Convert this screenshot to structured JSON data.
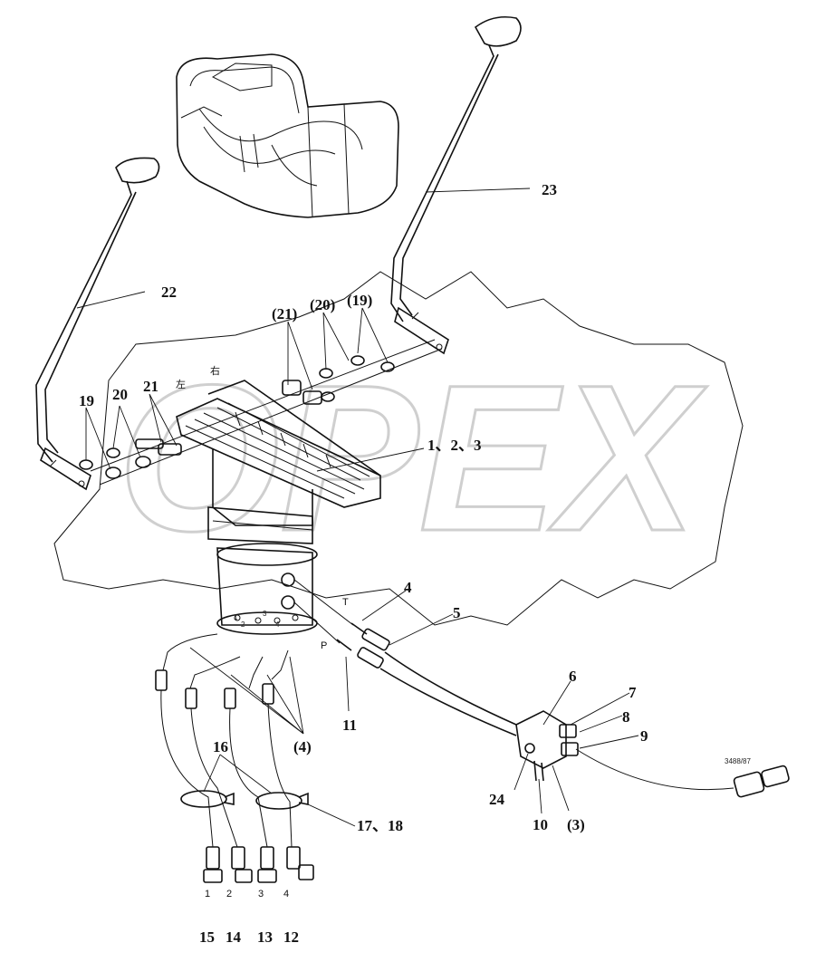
{
  "watermark": {
    "text": "OPEX",
    "color": "#d2d2d2"
  },
  "corner_note": "",
  "labels": {
    "left_pedal_mark": "左",
    "right_pedal_mark": "右",
    "port_T": "T",
    "port_P": "P",
    "port_1": "1",
    "port_2": "2",
    "port_3": "3",
    "port_4": "4",
    "hose_end_1": "1",
    "hose_end_2": "2",
    "hose_end_3": "3",
    "hose_end_4": "4",
    "connector_note": "3488/87"
  },
  "callouts": {
    "c22": "22",
    "c23": "23",
    "c21_paren": "(21)",
    "c20_paren": "(20)",
    "c19_paren": "(19)",
    "c19": "19",
    "c20": "20",
    "c21": "21",
    "c1_2_3": "1、2、3",
    "c4_top": "4",
    "c5": "5",
    "c11": "11",
    "c4_paren": "(4)",
    "c6": "6",
    "c7": "7",
    "c8": "8",
    "c9": "9",
    "c24": "24",
    "c10": "10",
    "c3_paren": "(3)",
    "c16": "16",
    "c17_18": "17、18",
    "c15": "15",
    "c14": "14",
    "c13": "13",
    "c12": "12"
  }
}
